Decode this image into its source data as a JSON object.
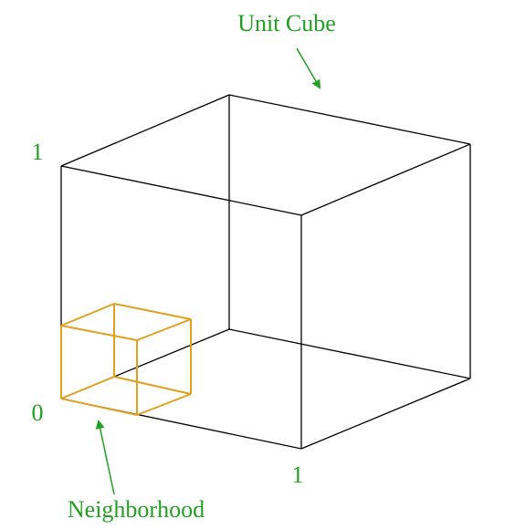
{
  "diagram": {
    "title_label": "Unit Cube",
    "axis_tick_top": "1",
    "axis_tick_origin": "0",
    "axis_tick_right": "1",
    "neighborhood_label": "Neighborhood"
  },
  "colors": {
    "cube_stroke": "#000000",
    "neighborhood_stroke": "#E0A020",
    "label_text": "#22A022",
    "arrow": "#22A022"
  }
}
